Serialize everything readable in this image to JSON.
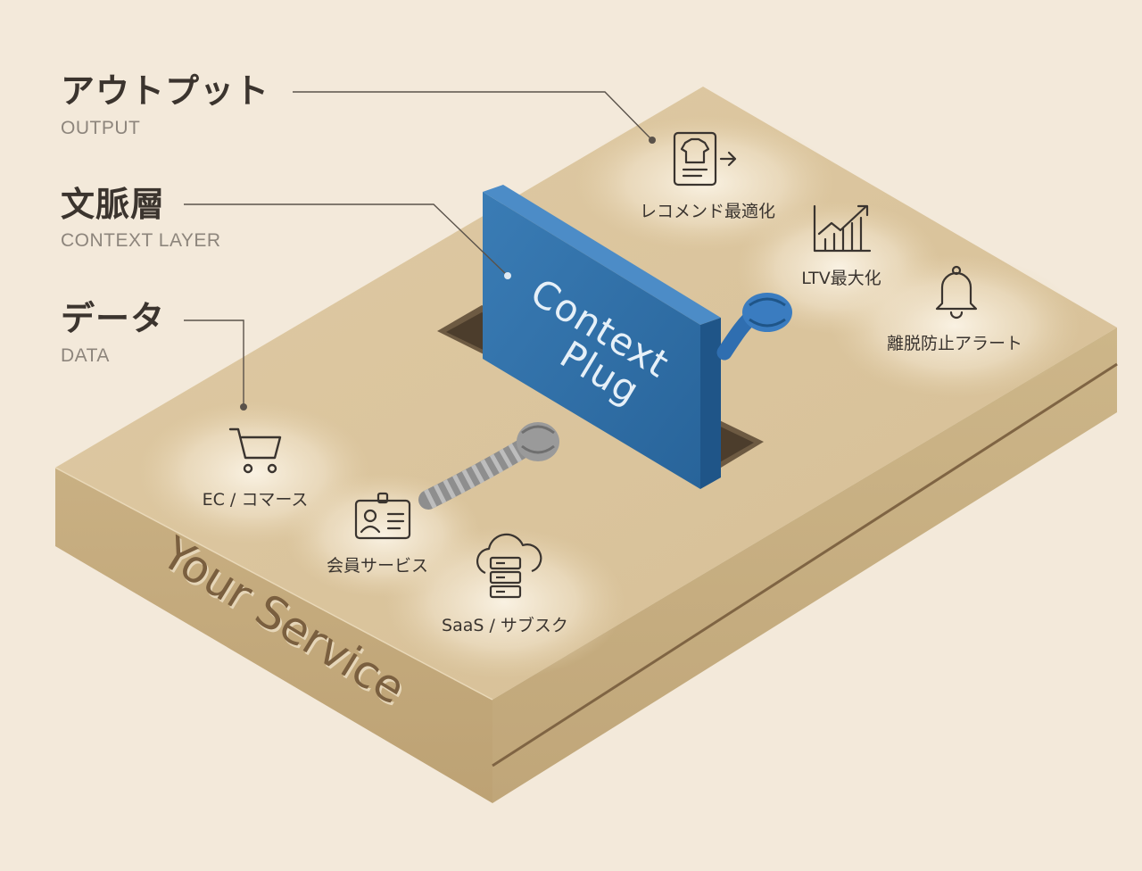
{
  "layers": {
    "output": {
      "title": "アウトプット",
      "subtitle": "OUTPUT"
    },
    "context": {
      "title": "文脈層",
      "subtitle": "CONTEXT LAYER"
    },
    "data": {
      "title": "データ",
      "subtitle": "DATA"
    }
  },
  "plug_label": {
    "line1": "Context",
    "line2": "Plug"
  },
  "platform_label": "Your Service",
  "data_nodes": [
    {
      "label": "EC / コマース",
      "icon": "shopping-cart-icon"
    },
    {
      "label": "会員サービス",
      "icon": "id-card-icon"
    },
    {
      "label": "SaaS / サブスク",
      "icon": "cloud-server-icon"
    }
  ],
  "output_nodes": [
    {
      "label": "レコメンド最適化",
      "icon": "shirt-recommend-icon"
    },
    {
      "label": "LTV最大化",
      "icon": "growth-chart-icon"
    },
    {
      "label": "離脱防止アラート",
      "icon": "bell-icon"
    }
  ],
  "colors": {
    "background": "#f3e9da",
    "platform_top": "#dcc6a0",
    "plug_blue": "#2f6fa6",
    "rope_gray": "#9a9a9a",
    "rope_blue": "#3a7cc0",
    "text_dark": "#3b342e",
    "text_muted": "#8d857c"
  }
}
